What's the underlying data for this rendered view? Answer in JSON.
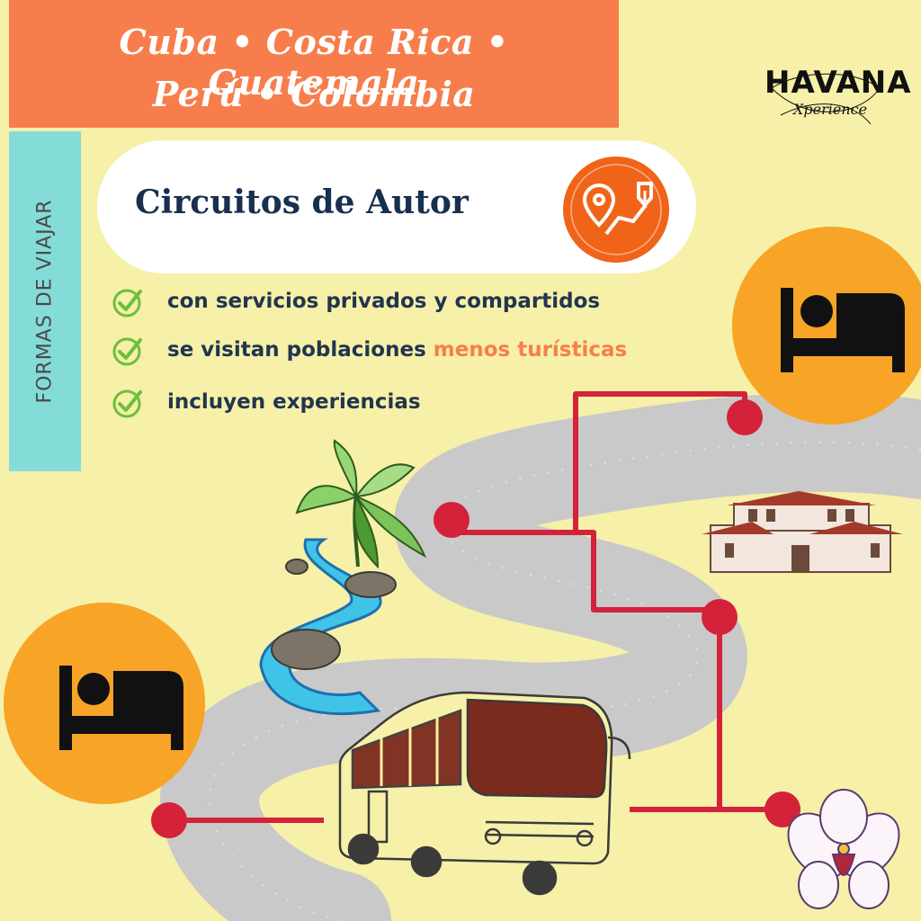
{
  "banner": {
    "line1": "Cuba • Costa Rica • Guatemala",
    "line2": "Perú  • Colombia"
  },
  "logo": {
    "name": "HAVANA",
    "sub": "Xperience"
  },
  "sidebar": {
    "label": "FORMAS DE VIAJAR"
  },
  "card": {
    "title": "Circuitos de Autor"
  },
  "features": [
    {
      "text": "con servicios privados y compartidos",
      "highlight": ""
    },
    {
      "text": "se visitan poblaciones ",
      "highlight": "menos turísticas"
    },
    {
      "text": "incluyen experiencias",
      "highlight": ""
    }
  ],
  "colors": {
    "background": "#f6f0a8",
    "banner": "#f77e4c",
    "sidebar": "#84dcd9",
    "title": "#17304f",
    "highlight": "#f77e4c",
    "check": "#6cbf3c",
    "route": "#d3223a",
    "circle": "#f7a427",
    "road": "#c9c9c9",
    "bus": "#7b2a1e"
  },
  "icons": [
    "check-icon",
    "location-pen-icon",
    "bed-icon",
    "bus-illustration",
    "river-palm-illustration",
    "house-illustration",
    "orchid-illustration"
  ]
}
